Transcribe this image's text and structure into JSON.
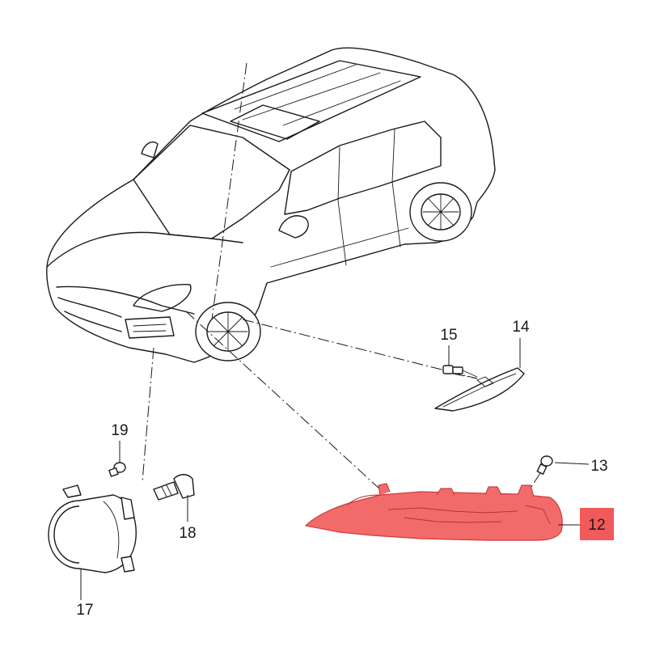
{
  "highlight": {
    "fill": "#f26b6b",
    "box_fill": "#f05a5a",
    "stroke": "#d23a3a"
  },
  "callouts": [
    {
      "name": "callout-12",
      "text": "12",
      "highlighted": true
    },
    {
      "name": "callout-13",
      "text": "13"
    },
    {
      "name": "callout-14",
      "text": "14"
    },
    {
      "name": "callout-15",
      "text": "15"
    },
    {
      "name": "callout-17",
      "text": "17"
    },
    {
      "name": "callout-18",
      "text": "18"
    },
    {
      "name": "callout-19",
      "text": "19"
    }
  ]
}
